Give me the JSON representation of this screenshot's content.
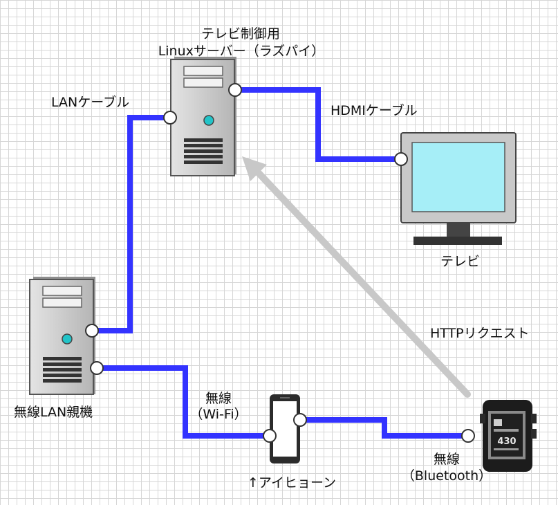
{
  "labels": {
    "server_line1": "テレビ制御用",
    "server_line2": "Linuxサーバー（ラズパイ）",
    "lan_cable": "LANケーブル",
    "hdmi_cable": "HDMIケーブル",
    "tv": "テレビ",
    "http_request": "HTTPリクエスト",
    "router": "無線LAN親機",
    "wifi_line1": "無線",
    "wifi_line2": "（Wi-Fi）",
    "iphone": "↑アイヒョーン",
    "bt_line1": "無線",
    "bt_line2": "（Bluetooth）",
    "watch_time": "430"
  },
  "colors": {
    "cable": "#3333ff",
    "arrow": "#c8c8c8",
    "tv_screen": "#a6eef7",
    "tower_body": "#c9c9c9",
    "power_led": "#22c4c8"
  }
}
